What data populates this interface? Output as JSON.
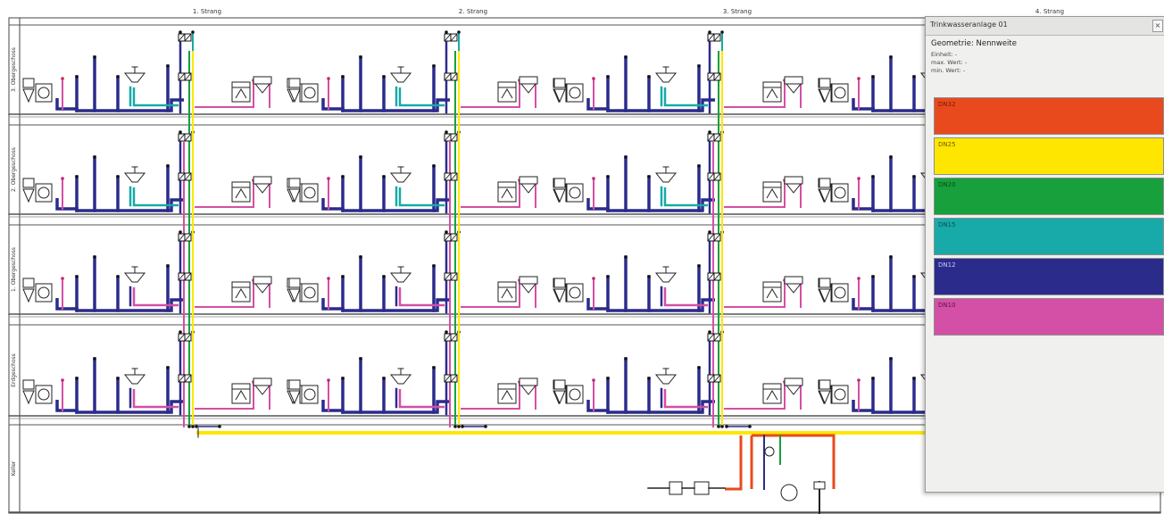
{
  "strands": [
    "1. Strang",
    "2. Strang",
    "3. Strang",
    "4. Strang"
  ],
  "floors": [
    "3. Obergeschoss",
    "2. Obergeschoss",
    "1. Obergeschoss",
    "Erdgeschoss",
    "Keller"
  ],
  "panel": {
    "title": "Trinkwasseranlage 01",
    "close": "×",
    "geometry": "Geometrie: Nennweite",
    "unit": "Einheit: -",
    "max": "max. Wert: -",
    "min": "min. Wert: -"
  },
  "legend": [
    {
      "label": "DN32",
      "color": "#e84a1e",
      "text_color": "#7a1a05"
    },
    {
      "label": "DN25",
      "color": "#ffe600",
      "text_color": "#6b5f00"
    },
    {
      "label": "DN20",
      "color": "#17a03c",
      "text_color": "#0b4a1a"
    },
    {
      "label": "DN15",
      "color": "#17aaa8",
      "text_color": "#0b4f4e"
    },
    {
      "label": "DN12",
      "color": "#2b2b8c",
      "text_color": "#c8c8ff"
    },
    {
      "label": "DN10",
      "color": "#d44fa6",
      "text_color": "#5c1544"
    }
  ]
}
